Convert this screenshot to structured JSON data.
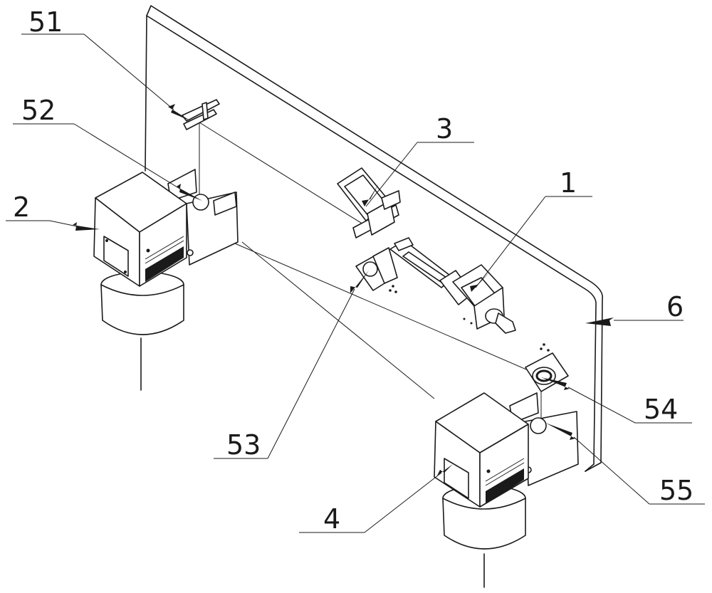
{
  "labels": {
    "l51": "51",
    "l52": "52",
    "l3": "3",
    "l2": "2",
    "l1": "1",
    "l6": "6",
    "l53": "53",
    "l54": "54",
    "l4": "4",
    "l55": "55"
  }
}
